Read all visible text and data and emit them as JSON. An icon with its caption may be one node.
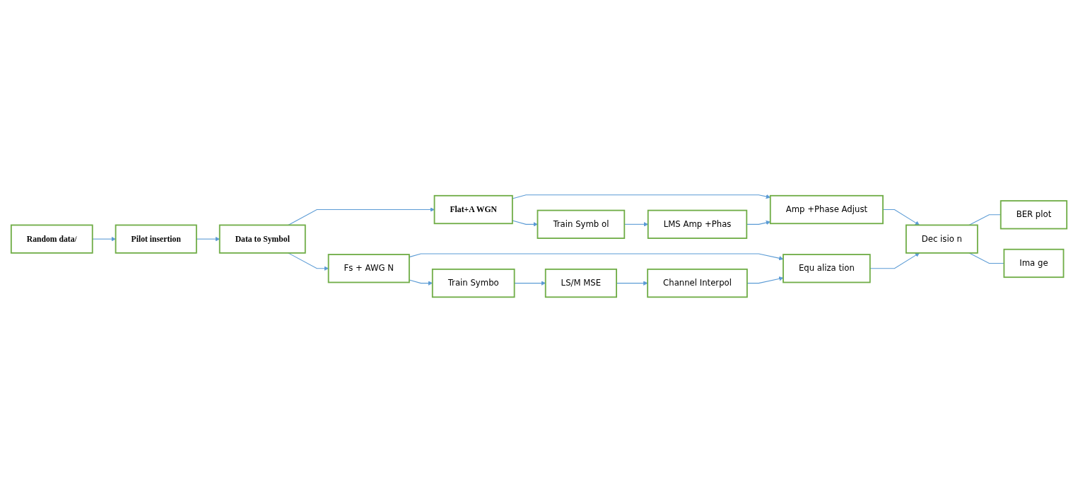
{
  "diagram": {
    "nodes": [
      {
        "text": [
          "Random data/"
        ]
      },
      {
        "text": [
          "Pilot insertion"
        ]
      },
      {
        "text": [
          "Data to Symbol"
        ]
      },
      {
        "text": [
          "Flat+A WGN"
        ]
      },
      {
        "text": [
          "Train Symb ol"
        ]
      },
      {
        "text": [
          "LMS Amp +Phas"
        ]
      },
      {
        "text": [
          "Amp +Phase Adjust"
        ]
      },
      {
        "text": [
          "Fs + AWG N"
        ]
      },
      {
        "text": [
          "Train Symbo"
        ]
      },
      {
        "text": [
          "LS/M MSE"
        ]
      },
      {
        "text": [
          "Channel Interpol"
        ]
      },
      {
        "text": [
          "Equ aliza tion"
        ]
      },
      {
        "text": [
          "Dec isio n"
        ]
      },
      {
        "text": [
          "BER plot"
        ]
      },
      {
        "text": [
          "Ima ge"
        ]
      }
    ],
    "edges": [
      {
        "from": 0,
        "to": 1,
        "arrow": "to"
      },
      {
        "from": 1,
        "to": 2,
        "arrow": "to"
      },
      {
        "from": 2,
        "to": 3,
        "arrow": "to"
      },
      {
        "from": 2,
        "to": 7,
        "arrow": "to"
      },
      {
        "from": 3,
        "to": 6,
        "arrow": "to"
      },
      {
        "from": 3,
        "to": 4,
        "arrow": "to"
      },
      {
        "from": 4,
        "to": 5,
        "arrow": "to"
      },
      {
        "from": 5,
        "to": 6,
        "arrow": "to"
      },
      {
        "from": 6,
        "to": 12,
        "arrow": "to"
      },
      {
        "from": 7,
        "to": 11,
        "arrow": "to"
      },
      {
        "from": 7,
        "to": 8,
        "arrow": "to"
      },
      {
        "from": 8,
        "to": 9,
        "arrow": "to"
      },
      {
        "from": 9,
        "to": 10,
        "arrow": "to"
      },
      {
        "from": 10,
        "to": 11,
        "arrow": "to"
      },
      {
        "from": 11,
        "to": 12,
        "arrow": "to"
      },
      {
        "from": 12,
        "to": 13,
        "arrow": "none"
      },
      {
        "from": 12,
        "to": 14,
        "arrow": "none"
      }
    ]
  }
}
